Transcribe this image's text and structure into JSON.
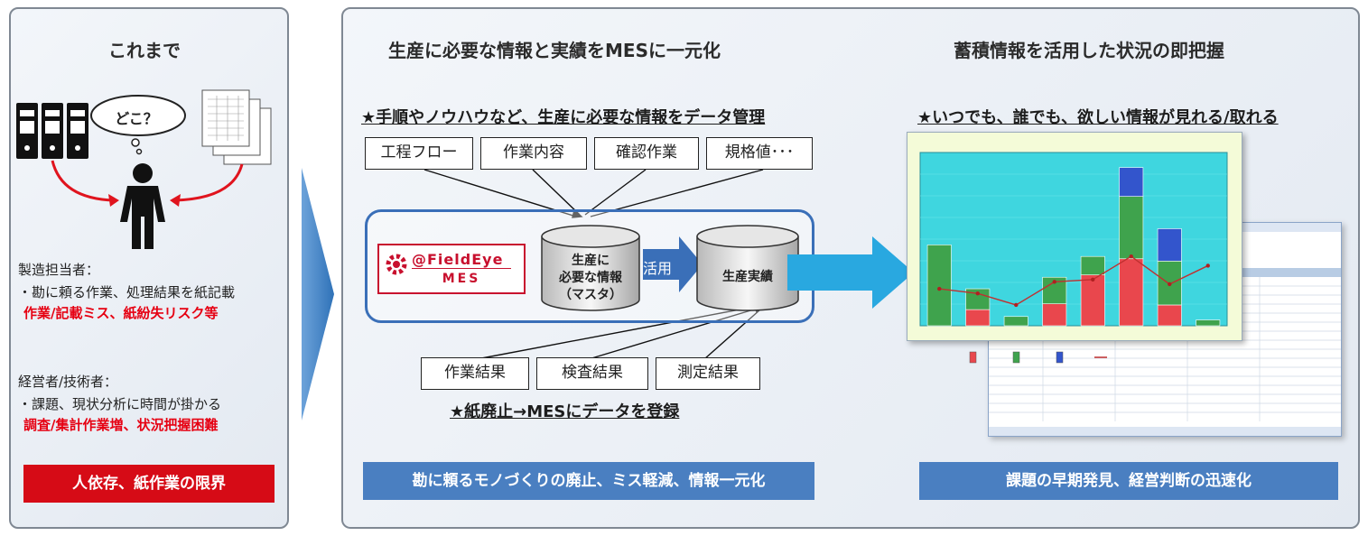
{
  "left": {
    "title": "これまで",
    "bubble": "どこ？",
    "section1_title": "製造担当者：",
    "section1_body": "・勘に頼る作業、処理結果を紙記載",
    "section1_issue": "作業/記載ミス、紙紛失リスク等",
    "section2_title": "経営者/技術者：",
    "section2_body": "・課題、現状分析に時間が掛かる",
    "section2_issue": "調査/集計作業増、状況把握困難",
    "banner": "人依存、紙作業の限界"
  },
  "middle": {
    "title": "生産に必要な情報と実績をMESに一元化",
    "subtitle": "★手順やノウハウなど、生産に必要な情報をデータ管理",
    "input_boxes": [
      "工程フロー",
      "作業内容",
      "確認作業",
      "規格値･･･"
    ],
    "logo_line1": "@FieldEye",
    "logo_line2": "MES",
    "master_db": [
      "生産に",
      "必要な情報",
      "（マスタ）"
    ],
    "arrow_label": "活用",
    "results_db": "生産実績",
    "result_boxes": [
      "作業結果",
      "検査結果",
      "測定結果"
    ],
    "bottom_caption": "★紙廃止→MESにデータを登録",
    "banner": "勘に頼るモノづくりの廃止、ミス軽減、情報一元化"
  },
  "right": {
    "title": "蓄積情報を活用した状況の即把握",
    "subtitle": "★いつでも、誰でも、欲しい情報が見れる/取れる",
    "banner": "課題の早期発見、経営判断の迅速化"
  },
  "colors": {
    "banner_red": "#d60b16",
    "banner_blue": "#4a7fc1",
    "frame_blue": "#3a6fb8",
    "arrow_blue": "#29a8e0",
    "emphasis_red": "#e60012"
  },
  "chart_data": {
    "type": "bar",
    "series": [
      {
        "color": "#e9474d",
        "values": [
          0,
          14,
          0,
          19,
          44,
          58,
          18,
          0
        ]
      },
      {
        "color": "#3fa34d",
        "values": [
          70,
          18,
          8,
          23,
          16,
          54,
          38,
          5
        ]
      },
      {
        "color": "#3355cc",
        "values": [
          0,
          0,
          0,
          0,
          0,
          25,
          28,
          0
        ]
      }
    ],
    "line": [
      32,
      28,
      18,
      38,
      40,
      60,
      36,
      52
    ],
    "ylim": [
      0,
      150
    ]
  }
}
